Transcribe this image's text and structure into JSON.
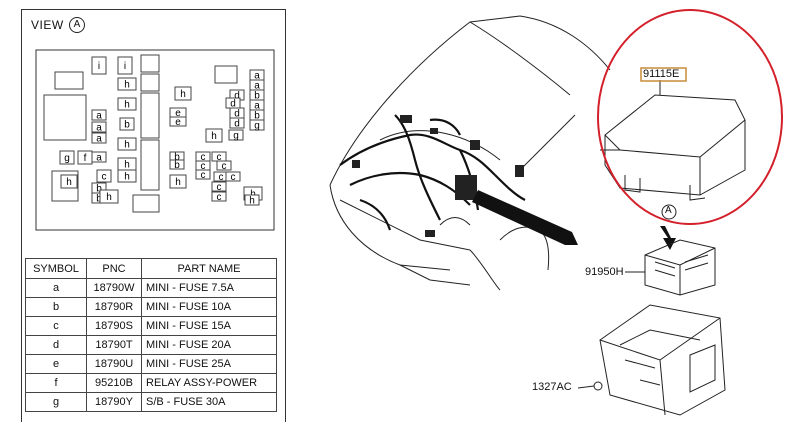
{
  "view": {
    "label": "VIEW",
    "marker": "A"
  },
  "fuse_slots": [
    "i",
    "i",
    "h",
    "h",
    "b",
    "a",
    "h",
    "a",
    "h",
    "a",
    "h",
    "a",
    "h",
    "a",
    "a",
    "b",
    "a",
    "b",
    "b",
    "b",
    "c",
    "c",
    "c",
    "d",
    "e",
    "e",
    "d",
    "d",
    "d",
    "h",
    "h",
    "b",
    "b",
    "c",
    "c",
    "c",
    "c",
    "c",
    "c",
    "c",
    "h",
    "h",
    "h",
    "h",
    "g",
    "g",
    "g",
    "f"
  ],
  "parts_table": {
    "headers": [
      "SYMBOL",
      "PNC",
      "PART NAME"
    ],
    "rows": [
      {
        "symbol": "a",
        "pnc": "18790W",
        "name": "MINI - FUSE 7.5A"
      },
      {
        "symbol": "b",
        "pnc": "18790R",
        "name": "MINI - FUSE 10A"
      },
      {
        "symbol": "c",
        "pnc": "18790S",
        "name": "MINI - FUSE 15A"
      },
      {
        "symbol": "d",
        "pnc": "18790T",
        "name": "MINI - FUSE 20A"
      },
      {
        "symbol": "e",
        "pnc": "18790U",
        "name": "MINI - FUSE 25A"
      },
      {
        "symbol": "f",
        "pnc": "95210B",
        "name": "RELAY ASSY-POWER"
      },
      {
        "symbol": "g",
        "pnc": "18790Y",
        "name": "S/B - FUSE 30A"
      }
    ]
  },
  "callouts": {
    "cover": "91115E",
    "fuse_block": "91950H",
    "bolt": "1327AC",
    "view_marker": "A"
  },
  "colors": {
    "highlight_circle": "#d4202a",
    "label_box": "#c98a3a",
    "arrow": "#111111"
  }
}
